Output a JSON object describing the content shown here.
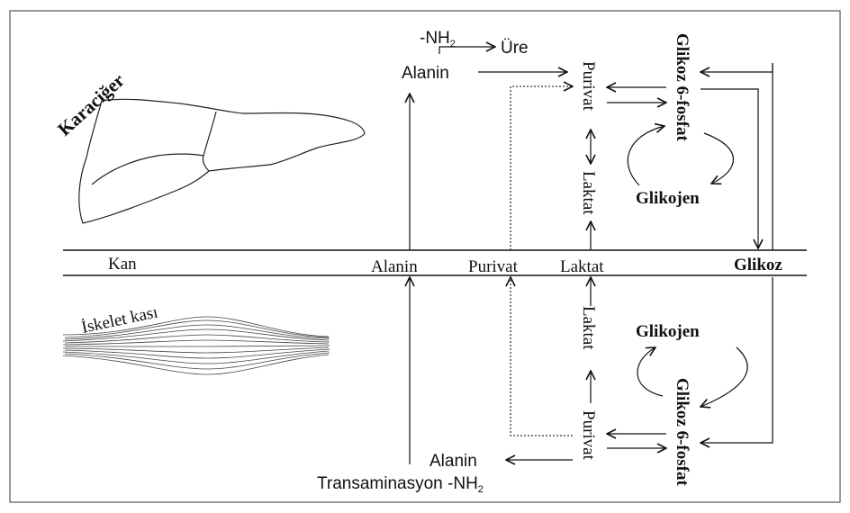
{
  "labels": {
    "liver": "Karaciğer",
    "muscle": "İskelet kası",
    "blood": "Kan",
    "nh2_top_text": "-NH",
    "nh2_top_sub": "2",
    "ure": "Üre",
    "alanin_liver": "Alanin",
    "purivat_liver": "Purivat",
    "laktat_liver": "Laktat",
    "g6p_liver": "Glikoz 6-fosfat",
    "glikojen_liver": "Glikojen",
    "alanin_blood": "Alanin",
    "purivat_blood": "Purivat",
    "laktat_blood": "Laktat",
    "glikoz_blood": "Glikoz",
    "laktat_muscle": "Laktat",
    "purivat_muscle": "Purivat",
    "glikojen_muscle": "Glikojen",
    "g6p_muscle": "Glikoz 6-fosfat",
    "alanin_muscle": "Alanin",
    "transaminasyon_text": "Transaminasyon -NH",
    "transaminasyon_sub": "2"
  }
}
